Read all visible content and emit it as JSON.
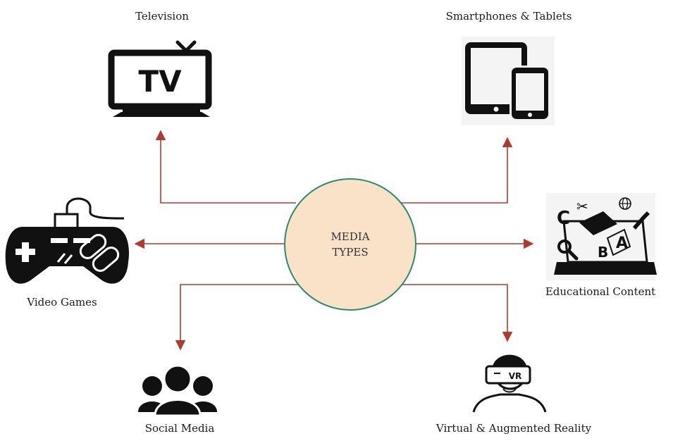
{
  "center": {
    "line1": "MEDIA",
    "line2": "TYPES"
  },
  "nodes": {
    "television": {
      "label": "Television",
      "icon": "tv-icon",
      "icon_text": "TV"
    },
    "smartphones": {
      "label": "Smartphones & Tablets",
      "icon": "devices-icon"
    },
    "video_games": {
      "label": "Video Games",
      "icon": "gamepad-icon"
    },
    "educational": {
      "label": "Educational Content",
      "icon": "education-laptop-icon",
      "icon_letters": [
        "C",
        "A",
        "B"
      ]
    },
    "social_media": {
      "label": "Social Media",
      "icon": "people-icon"
    },
    "vr": {
      "label": "Virtual & Augmented Reality",
      "icon": "vr-headset-icon",
      "icon_text": "VR"
    }
  },
  "colors": {
    "arrow": "#b03a2e",
    "center_fill": "#f9e2c7",
    "center_stroke": "#2e8b6b",
    "icon": "#111111"
  }
}
